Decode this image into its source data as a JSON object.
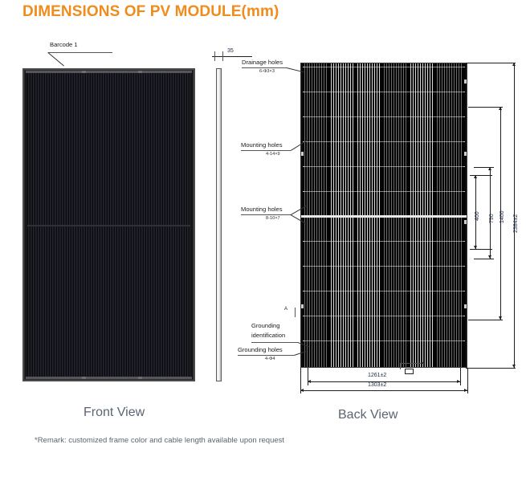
{
  "title": "DIMENSIONS OF PV MODULE(mm)",
  "accent_color": "#ef8c1c",
  "caption_color": "#5a6472",
  "views": {
    "front": {
      "caption": "Front View",
      "barcode_label": "Barcode 1"
    },
    "side": {
      "thickness_dim": "35"
    },
    "back": {
      "caption": "Back View"
    }
  },
  "callouts": [
    {
      "label": "Drainage holes",
      "sub": "6-Φ3×3"
    },
    {
      "label": "Mounting holes",
      "sub": "4-14×9"
    },
    {
      "label": "Mounting holes",
      "sub": "8-10×7"
    },
    {
      "label": "Grounding identification",
      "sub": ""
    },
    {
      "label": "Grounding holes",
      "sub": "4-Φ4"
    }
  ],
  "callout_texts": {
    "drainage_holes": "Drainage holes",
    "drainage_holes_sub": "6-Φ3×3",
    "mounting_holes_1": "Mounting holes",
    "mounting_holes_1_sub": "4-14×9",
    "mounting_holes_2": "Mounting holes",
    "mounting_holes_2_sub": "8-10×7",
    "grounding_identification_1": "Grounding",
    "grounding_identification_2": "identification",
    "grounding_holes": "Grounding holes",
    "grounding_holes_sub": "4-Φ4"
  },
  "dimensions": {
    "thickness": "35",
    "inner_400": "400",
    "inner_790": "790",
    "inner_1400": "1400",
    "overall_height": "2384±2",
    "width_inner": "1261±2",
    "width_overall": "1303±2"
  },
  "remark": "*Remark: customized frame color and cable length available  upon request"
}
